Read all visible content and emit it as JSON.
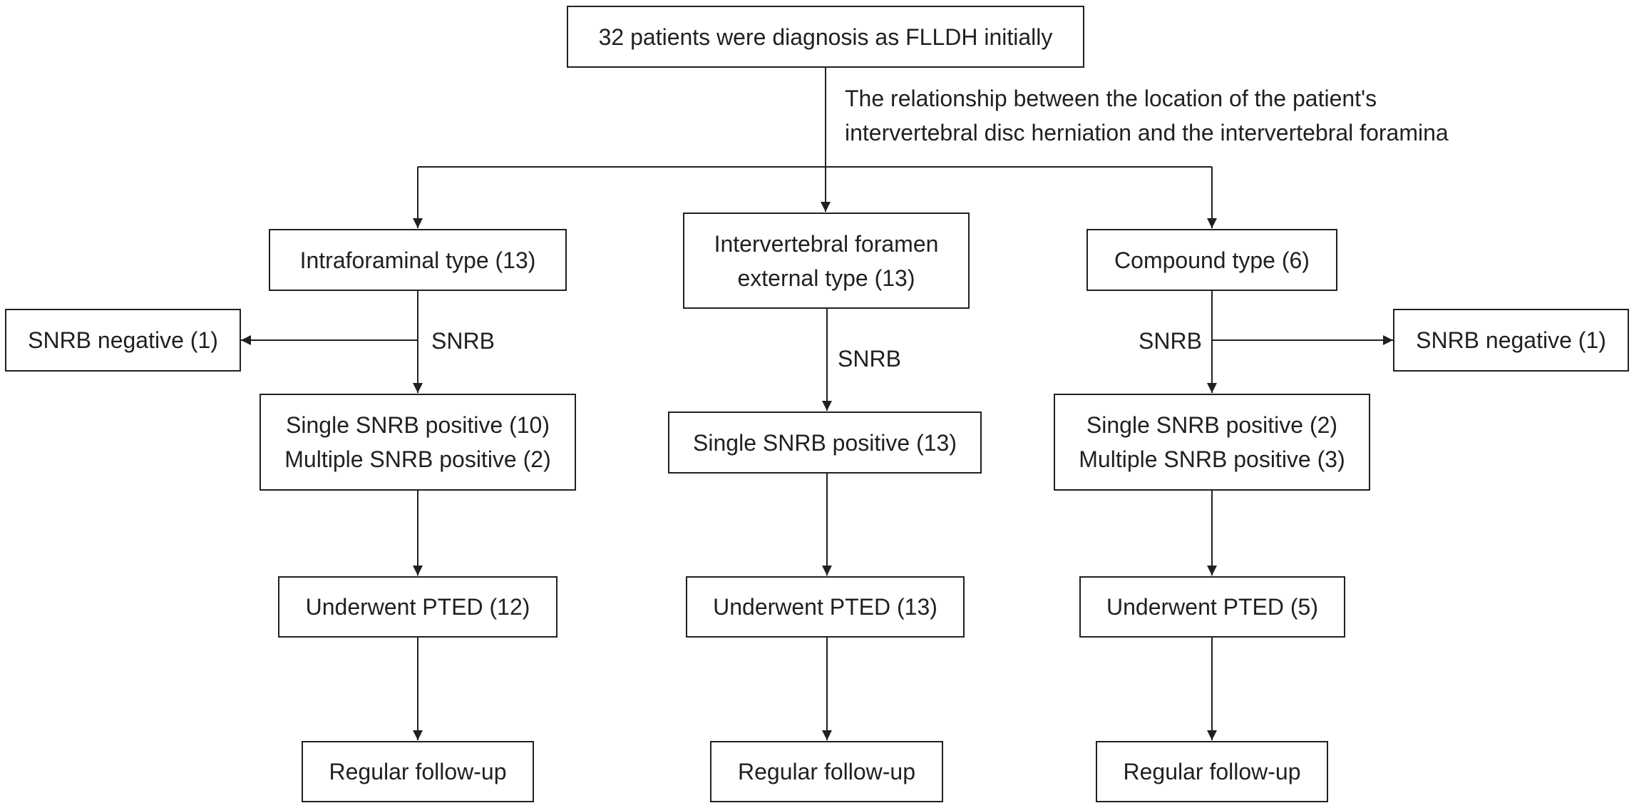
{
  "top": {
    "text": "32 patients were diagnosis as FLLDH initially"
  },
  "relationship_note": {
    "line1": "The relationship between the location of the patient's",
    "line2": "intervertebral disc herniation and the intervertebral foramina"
  },
  "branches": {
    "left": {
      "type_label": "Intraforaminal type (13)",
      "snrb_label": "SNRB",
      "negative": "SNRB negative (1)",
      "positive_line1": "Single SNRB positive (10)",
      "positive_line2": "Multiple SNRB positive (2)",
      "surgery": "Underwent PTED (12)",
      "follow_up": "Regular follow-up"
    },
    "middle": {
      "type_line1": "Intervertebral foramen",
      "type_line2": "external type (13)",
      "snrb_label": "SNRB",
      "positive_line1": "Single SNRB positive (13)",
      "surgery": "Underwent PTED (13)",
      "follow_up": "Regular follow-up"
    },
    "right": {
      "type_label": "Compound type (6)",
      "snrb_label": "SNRB",
      "negative": "SNRB negative (1)",
      "positive_line1": "Single SNRB positive (2)",
      "positive_line2": "Multiple SNRB positive (3)",
      "surgery": "Underwent PTED (5)",
      "follow_up": "Regular follow-up"
    }
  },
  "colors": {
    "stroke": "#231f20",
    "background": "#ffffff"
  }
}
